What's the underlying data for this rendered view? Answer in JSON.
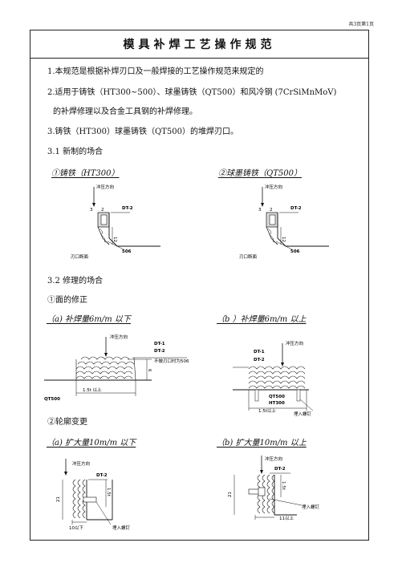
{
  "page_number": "共3页第1页",
  "title": "模具补焊工艺操作规范",
  "paragraphs": [
    "1.本规范是根据补焊刃口及一般焊接的工艺操作规范来规定的",
    "2.适用于铸铁（HT300~500）、球墨铸铁（QT500）和风冷钢 (7CrSiMnMoV)",
    "的补焊修理以及合金工具钢的补焊修理。",
    "3.铸铁（HT300）球墨铸铁（QT500）的堆焊刃口。",
    "3.1 新制的场合"
  ],
  "section_31": {
    "left_caption": "①铸铁（HT300）",
    "right_caption": "②球墨铸铁（QT500）",
    "diagram": {
      "press_dir": "冲压方向",
      "dim_3": "3",
      "dim_2": "2",
      "dim_12": "12",
      "rod_dt2": "DT-2",
      "rod_506": "506",
      "edge_section": "刃口断面"
    }
  },
  "section_32": {
    "heading": "3.2 修理的场合",
    "sub1": "①面的修正",
    "a_caption": "（a) 补焊量6m/m 以下",
    "b_caption": "（b ）补焊量6m/m 以上",
    "a_diagram": {
      "press_dir": "冲压方向",
      "dt1": "DT-1",
      "dt2": "DT-2",
      "note": "不做刃口时为506",
      "dim_6": "6",
      "dim_width": "1.5t 以上",
      "base": "QT500"
    },
    "b_diagram": {
      "press_dir": "冲压方向",
      "dt1": "DT-1",
      "dt2": "DT-2",
      "base1": "QT500",
      "base2": "HT300",
      "dim_width": "1.5t以上",
      "screw": "埋入螺钉"
    },
    "sub2": "②轮廓变更",
    "c_caption": "（a) 扩大量10m/m 以下",
    "d_caption": "（b) 扩大量10m/m 以上",
    "c_diagram": {
      "press_dir": "冲压方向",
      "dt2": "DT-2",
      "dim_left": "21",
      "dim_right": "1.5t",
      "dim_bottom": "10以下",
      "screw": "埋入螺钉"
    },
    "d_diagram": {
      "press_dir": "冲压方向",
      "dt2": "DT-2",
      "dim_left": "21",
      "dim_right": "1.5t",
      "dim_bottom": "11以上",
      "screw": "埋入螺钉"
    }
  }
}
